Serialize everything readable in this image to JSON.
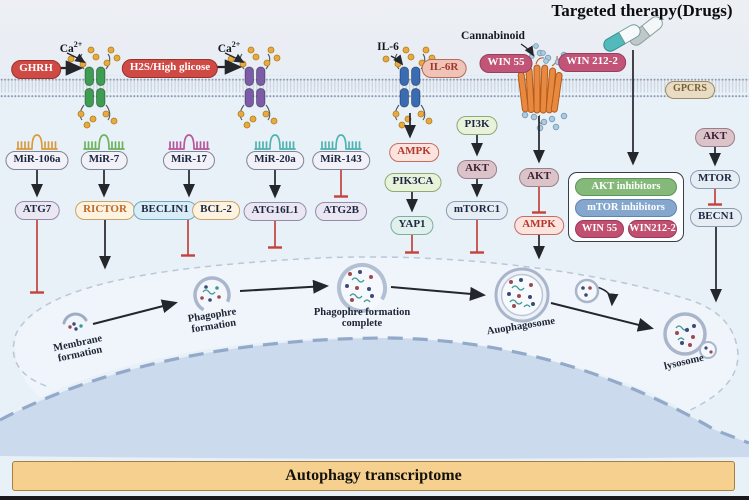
{
  "title": "Targeted therapy(Drugs)",
  "footer": "Autophagy transcriptome",
  "membrane": {
    "gpcrs_label": "GPCRS"
  },
  "ligands": {
    "ghrh": "GHRH",
    "ca_base": "Ca",
    "ca_sup": "2+",
    "h2s": "H2S/High glicose",
    "il6": "IL-6",
    "il6r": "IL-6R",
    "cannabinoid": "Cannabinoid",
    "win55": "WIN 55",
    "win212": "WIN 212-2"
  },
  "mirna_row": [
    {
      "name": "MiR-106a",
      "hairpin_color": "#d99a3d"
    },
    {
      "name": "MiR-7",
      "hairpin_color": "#6cb35a"
    },
    {
      "name": "MiR-17",
      "hairpin_color": "#b8559b"
    },
    {
      "name": "MiR-20a",
      "hairpin_color": "#4fb3b0"
    },
    {
      "name": "MiR-143",
      "hairpin_color": "#4fb3b0"
    }
  ],
  "targets_row": {
    "atg7": "ATG7",
    "rictor": "RICTOR",
    "beclin1": "BECLIN1",
    "bcl2": "BCL-2",
    "atg16l1": "ATG16L1",
    "atg2b": "ATG2B"
  },
  "cascades": {
    "ampk_a": "AMPK",
    "pik3ca": "PIK3CA",
    "yap1": "YAP1",
    "pi3k": "PI3K",
    "akt_a": "AKT",
    "mtorc1": "mTORC1",
    "akt_b": "AKT",
    "ampk_b": "AMPK",
    "akt_c": "AKT",
    "mtor": "MTOR",
    "becn1": "BECN1"
  },
  "inhibitor_box": {
    "akt_inhibitors": "AKT inhibitors",
    "mtor_inhibitors": "mTOR inhibitors",
    "win55": "WIN 55",
    "win212": "WIN212-2"
  },
  "stages": {
    "s1": [
      "Membrane",
      "formation"
    ],
    "s2": [
      "Phagophre",
      "formation"
    ],
    "s3": [
      "Phagophre formation",
      "complete"
    ],
    "s4": [
      "Auophagosome"
    ],
    "s5": [
      "lysosome"
    ]
  },
  "colors": {
    "ligand_pill_red": "#cf4a45",
    "win_pill_raspberry": "#c25577",
    "akt_inhibitor_green": "#85b97a",
    "mtor_inhibitor_blue": "#85a7cd",
    "inhibition_line_red": "#c4423b",
    "arrow_black": "#23262b",
    "nucleus_blue": "#ccdaee",
    "footer_tan": "#f5d08e"
  }
}
